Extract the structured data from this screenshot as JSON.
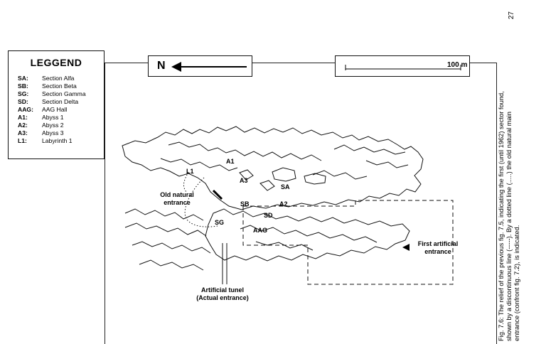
{
  "legend": {
    "title": "LEGGEND",
    "items": [
      {
        "code": "SA:",
        "desc": "Section Alfa"
      },
      {
        "code": "SB:",
        "desc": "Section Beta"
      },
      {
        "code": "SG:",
        "desc": "Section Gamma"
      },
      {
        "code": "SD:",
        "desc": "Section Delta"
      },
      {
        "code": "AAG:",
        "desc": "AAG Hall"
      },
      {
        "code": "A1:",
        "desc": "Abyss 1"
      },
      {
        "code": "A2:",
        "desc": "Abyss 2"
      },
      {
        "code": "A3:",
        "desc": "Abyss 3"
      },
      {
        "code": "L1:",
        "desc": "Labyrinth 1"
      }
    ]
  },
  "north": {
    "label": "N"
  },
  "scale": {
    "label": "100 m"
  },
  "map_labels": {
    "A1": "A1",
    "L1": "L1",
    "A3": "A3",
    "SA": "SA",
    "SB": "SB",
    "A2": "A2",
    "SD": "SD",
    "SG": "SG",
    "AAG": "AAG"
  },
  "notes": {
    "old_natural_entrance": [
      "Old natural",
      "entrance"
    ],
    "first_artificial_entrance": [
      "First artificial",
      "entrance"
    ],
    "artificial_tunnel": [
      "Artificial tunel",
      "(Actual entrance)"
    ]
  },
  "page_number": "27",
  "caption": "Fig. 7.6: The relief of the previous fig. 7.5, indicating the first (until 1962) sector found, shown by a discontinuous line (-----). By a dotted line (.....) the old natural main entrance (confront fig. 7.2), is indicated."
}
